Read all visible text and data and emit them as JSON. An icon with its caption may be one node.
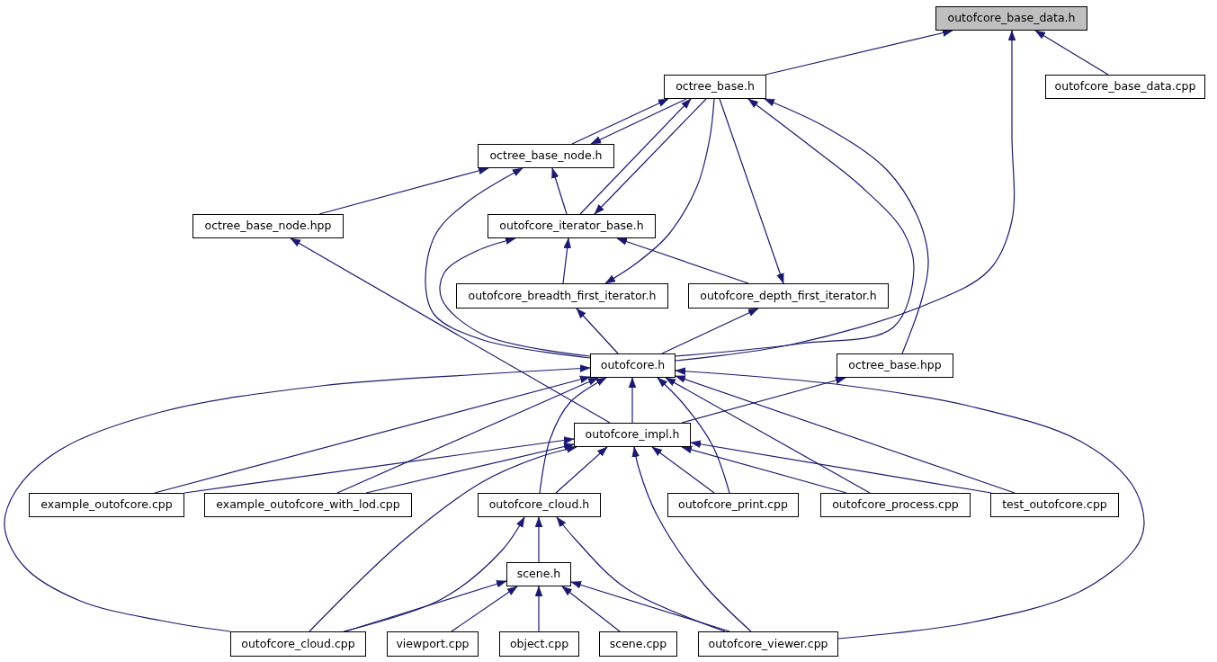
{
  "diagram": {
    "nodes": [
      {
        "text": [
          "outofcore_base_data.h"
        ]
      },
      {
        "text": [
          "octree_base.h"
        ]
      },
      {
        "text": [
          "outofcore_base_data.cpp"
        ]
      },
      {
        "text": [
          "octree_base_node.h"
        ]
      },
      {
        "text": [
          "octree_base_node.hpp"
        ]
      },
      {
        "text": [
          "outofcore_iterator_base.h"
        ]
      },
      {
        "text": [
          "outofcore_breadth_first_iterator.h"
        ]
      },
      {
        "text": [
          "outofcore_depth_first_iterator.h"
        ]
      },
      {
        "text": [
          "outofcore.h"
        ]
      },
      {
        "text": [
          "octree_base.hpp"
        ]
      },
      {
        "text": [
          "outofcore_impl.h"
        ]
      },
      {
        "text": [
          "example_outofcore.cpp"
        ]
      },
      {
        "text": [
          "example_outofcore_with_lod.cpp"
        ]
      },
      {
        "text": [
          "outofcore_cloud.h"
        ]
      },
      {
        "text": [
          "outofcore_print.cpp"
        ]
      },
      {
        "text": [
          "outofcore_process.cpp"
        ]
      },
      {
        "text": [
          "test_outofcore.cpp"
        ]
      },
      {
        "text": [
          "scene.h"
        ]
      },
      {
        "text": [
          "outofcore_cloud.cpp"
        ]
      },
      {
        "text": [
          "viewport.cpp"
        ]
      },
      {
        "text": [
          "object.cpp"
        ]
      },
      {
        "text": [
          "scene.cpp"
        ]
      },
      {
        "text": [
          "outofcore_viewer.cpp"
        ]
      }
    ],
    "edges": [
      {
        "from": 1,
        "to": 0,
        "arrow": "to"
      },
      {
        "from": 2,
        "to": 0,
        "arrow": "to"
      },
      {
        "from": 8,
        "to": 0,
        "arrow": "to"
      },
      {
        "from": 3,
        "to": 1,
        "arrow": "to"
      },
      {
        "from": 5,
        "to": 1,
        "arrow": "to"
      },
      {
        "from": 8,
        "to": 1,
        "arrow": "to"
      },
      {
        "from": 9,
        "to": 1,
        "arrow": "to"
      },
      {
        "from": 1,
        "to": 3,
        "arrow": "to"
      },
      {
        "from": 1,
        "to": 5,
        "arrow": "to"
      },
      {
        "from": 1,
        "to": 6,
        "arrow": "to"
      },
      {
        "from": 1,
        "to": 7,
        "arrow": "to"
      },
      {
        "from": 4,
        "to": 3,
        "arrow": "to"
      },
      {
        "from": 5,
        "to": 3,
        "arrow": "to"
      },
      {
        "from": 8,
        "to": 3,
        "arrow": "to"
      },
      {
        "from": 6,
        "to": 5,
        "arrow": "to"
      },
      {
        "from": 7,
        "to": 5,
        "arrow": "to"
      },
      {
        "from": 8,
        "to": 5,
        "arrow": "to"
      },
      {
        "from": 8,
        "to": 6,
        "arrow": "to"
      },
      {
        "from": 8,
        "to": 7,
        "arrow": "to"
      },
      {
        "from": 10,
        "to": 4,
        "arrow": "to"
      },
      {
        "from": 10,
        "to": 8,
        "arrow": "to"
      },
      {
        "from": 11,
        "to": 8,
        "arrow": "to"
      },
      {
        "from": 12,
        "to": 8,
        "arrow": "to"
      },
      {
        "from": 13,
        "to": 8,
        "arrow": "to"
      },
      {
        "from": 14,
        "to": 8,
        "arrow": "to"
      },
      {
        "from": 15,
        "to": 8,
        "arrow": "to"
      },
      {
        "from": 16,
        "to": 8,
        "arrow": "to"
      },
      {
        "from": 18,
        "to": 8,
        "arrow": "to"
      },
      {
        "from": 22,
        "to": 8,
        "arrow": "to"
      },
      {
        "from": 10,
        "to": 9,
        "arrow": "to"
      },
      {
        "from": 11,
        "to": 10,
        "arrow": "to"
      },
      {
        "from": 12,
        "to": 10,
        "arrow": "to"
      },
      {
        "from": 13,
        "to": 10,
        "arrow": "to"
      },
      {
        "from": 14,
        "to": 10,
        "arrow": "to"
      },
      {
        "from": 15,
        "to": 10,
        "arrow": "to"
      },
      {
        "from": 16,
        "to": 10,
        "arrow": "to"
      },
      {
        "from": 18,
        "to": 10,
        "arrow": "to"
      },
      {
        "from": 22,
        "to": 10,
        "arrow": "to"
      },
      {
        "from": 17,
        "to": 13,
        "arrow": "to"
      },
      {
        "from": 18,
        "to": 13,
        "arrow": "to"
      },
      {
        "from": 22,
        "to": 13,
        "arrow": "to"
      },
      {
        "from": 18,
        "to": 17,
        "arrow": "to"
      },
      {
        "from": 19,
        "to": 17,
        "arrow": "to"
      },
      {
        "from": 20,
        "to": 17,
        "arrow": "to"
      },
      {
        "from": 21,
        "to": 17,
        "arrow": "to"
      },
      {
        "from": 22,
        "to": 17,
        "arrow": "to"
      }
    ]
  }
}
